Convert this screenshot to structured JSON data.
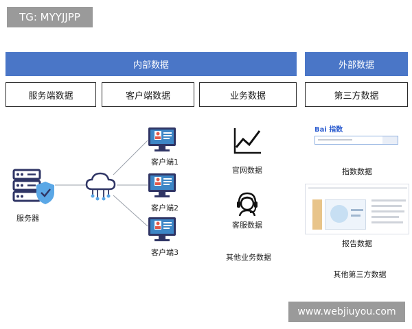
{
  "watermark_top": "TG: MYYJJPP",
  "watermark_bottom": "www.webjiuyou.com",
  "headers": {
    "internal": "内部数据",
    "external": "外部数据"
  },
  "categories": {
    "server": "服务端数据",
    "client": "客户端数据",
    "business": "业务数据",
    "third_party": "第三方数据"
  },
  "server_label": "服务器",
  "clients": [
    "客户端1",
    "客户端2",
    "客户端3"
  ],
  "business_items": {
    "website": "官网数据",
    "customer_service": "客服数据",
    "other": "其他业务数据"
  },
  "third_party_items": {
    "index": "指数数据",
    "report": "报告数据",
    "other": "其他第三方数据"
  },
  "baidu_logo_text": "Bai 指数",
  "colors": {
    "header_blue": "#4a76c7",
    "icon_navy": "#2f3565",
    "monitor_blue": "#3d86c6",
    "accent_blue": "#5aa7e6"
  }
}
